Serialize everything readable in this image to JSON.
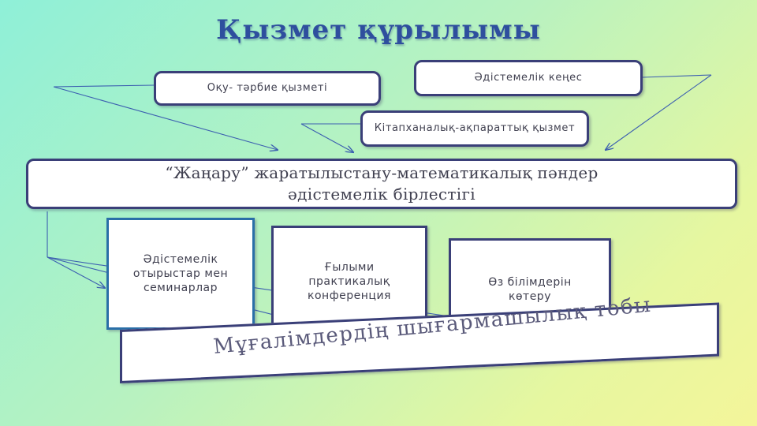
{
  "title": "Қызмет құрылымы",
  "boxes": {
    "educational_service": "Оқу- тәрбие қызметі",
    "methodical_council": "Әдістемелік кеңес",
    "library_service": "Кітапханалық-ақпараттық қызмет",
    "main_line1": "“Жаңару” жаратылыстану-математикалық пәндер",
    "main_line2": "әдістемелік бірлестігі",
    "seminars": "Әдістемелік отырыстар мен семинарлар",
    "conference": "Ғылыми практикалық конференция",
    "self_improvement": "Өз білімдерін көтеру",
    "creative_group": "Мұғалімдердің шығармашылық тобы"
  },
  "colors": {
    "border": "#3a3f78",
    "title": "#2e4f9e",
    "arrow": "#3c5fb0",
    "background_start": "#8ff0d8",
    "background_end": "#f4f59a"
  }
}
